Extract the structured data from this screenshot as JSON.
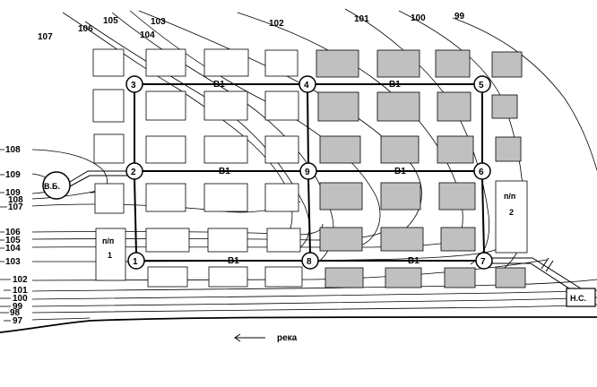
{
  "contours_top": [
    "107",
    "106",
    "105",
    "104",
    "103",
    "102",
    "101",
    "100",
    "99"
  ],
  "contours_left": [
    "108",
    "109",
    "109",
    "108",
    "107",
    "106",
    "105",
    "104",
    "103",
    "102",
    "101",
    "100",
    "99",
    "98",
    "97"
  ],
  "pipe_label": "B1",
  "nodes": [
    "1",
    "2",
    "3",
    "4",
    "5",
    "6",
    "7",
    "8",
    "9"
  ],
  "tower_label": "В.Б.",
  "pump_label": "Н.С.",
  "substations": [
    {
      "name": "п/п",
      "number": "1"
    },
    {
      "name": "п/п",
      "number": "2"
    }
  ],
  "river_label": "река",
  "colors": {
    "shaded": "#c0c0c0",
    "line": "#000000"
  }
}
